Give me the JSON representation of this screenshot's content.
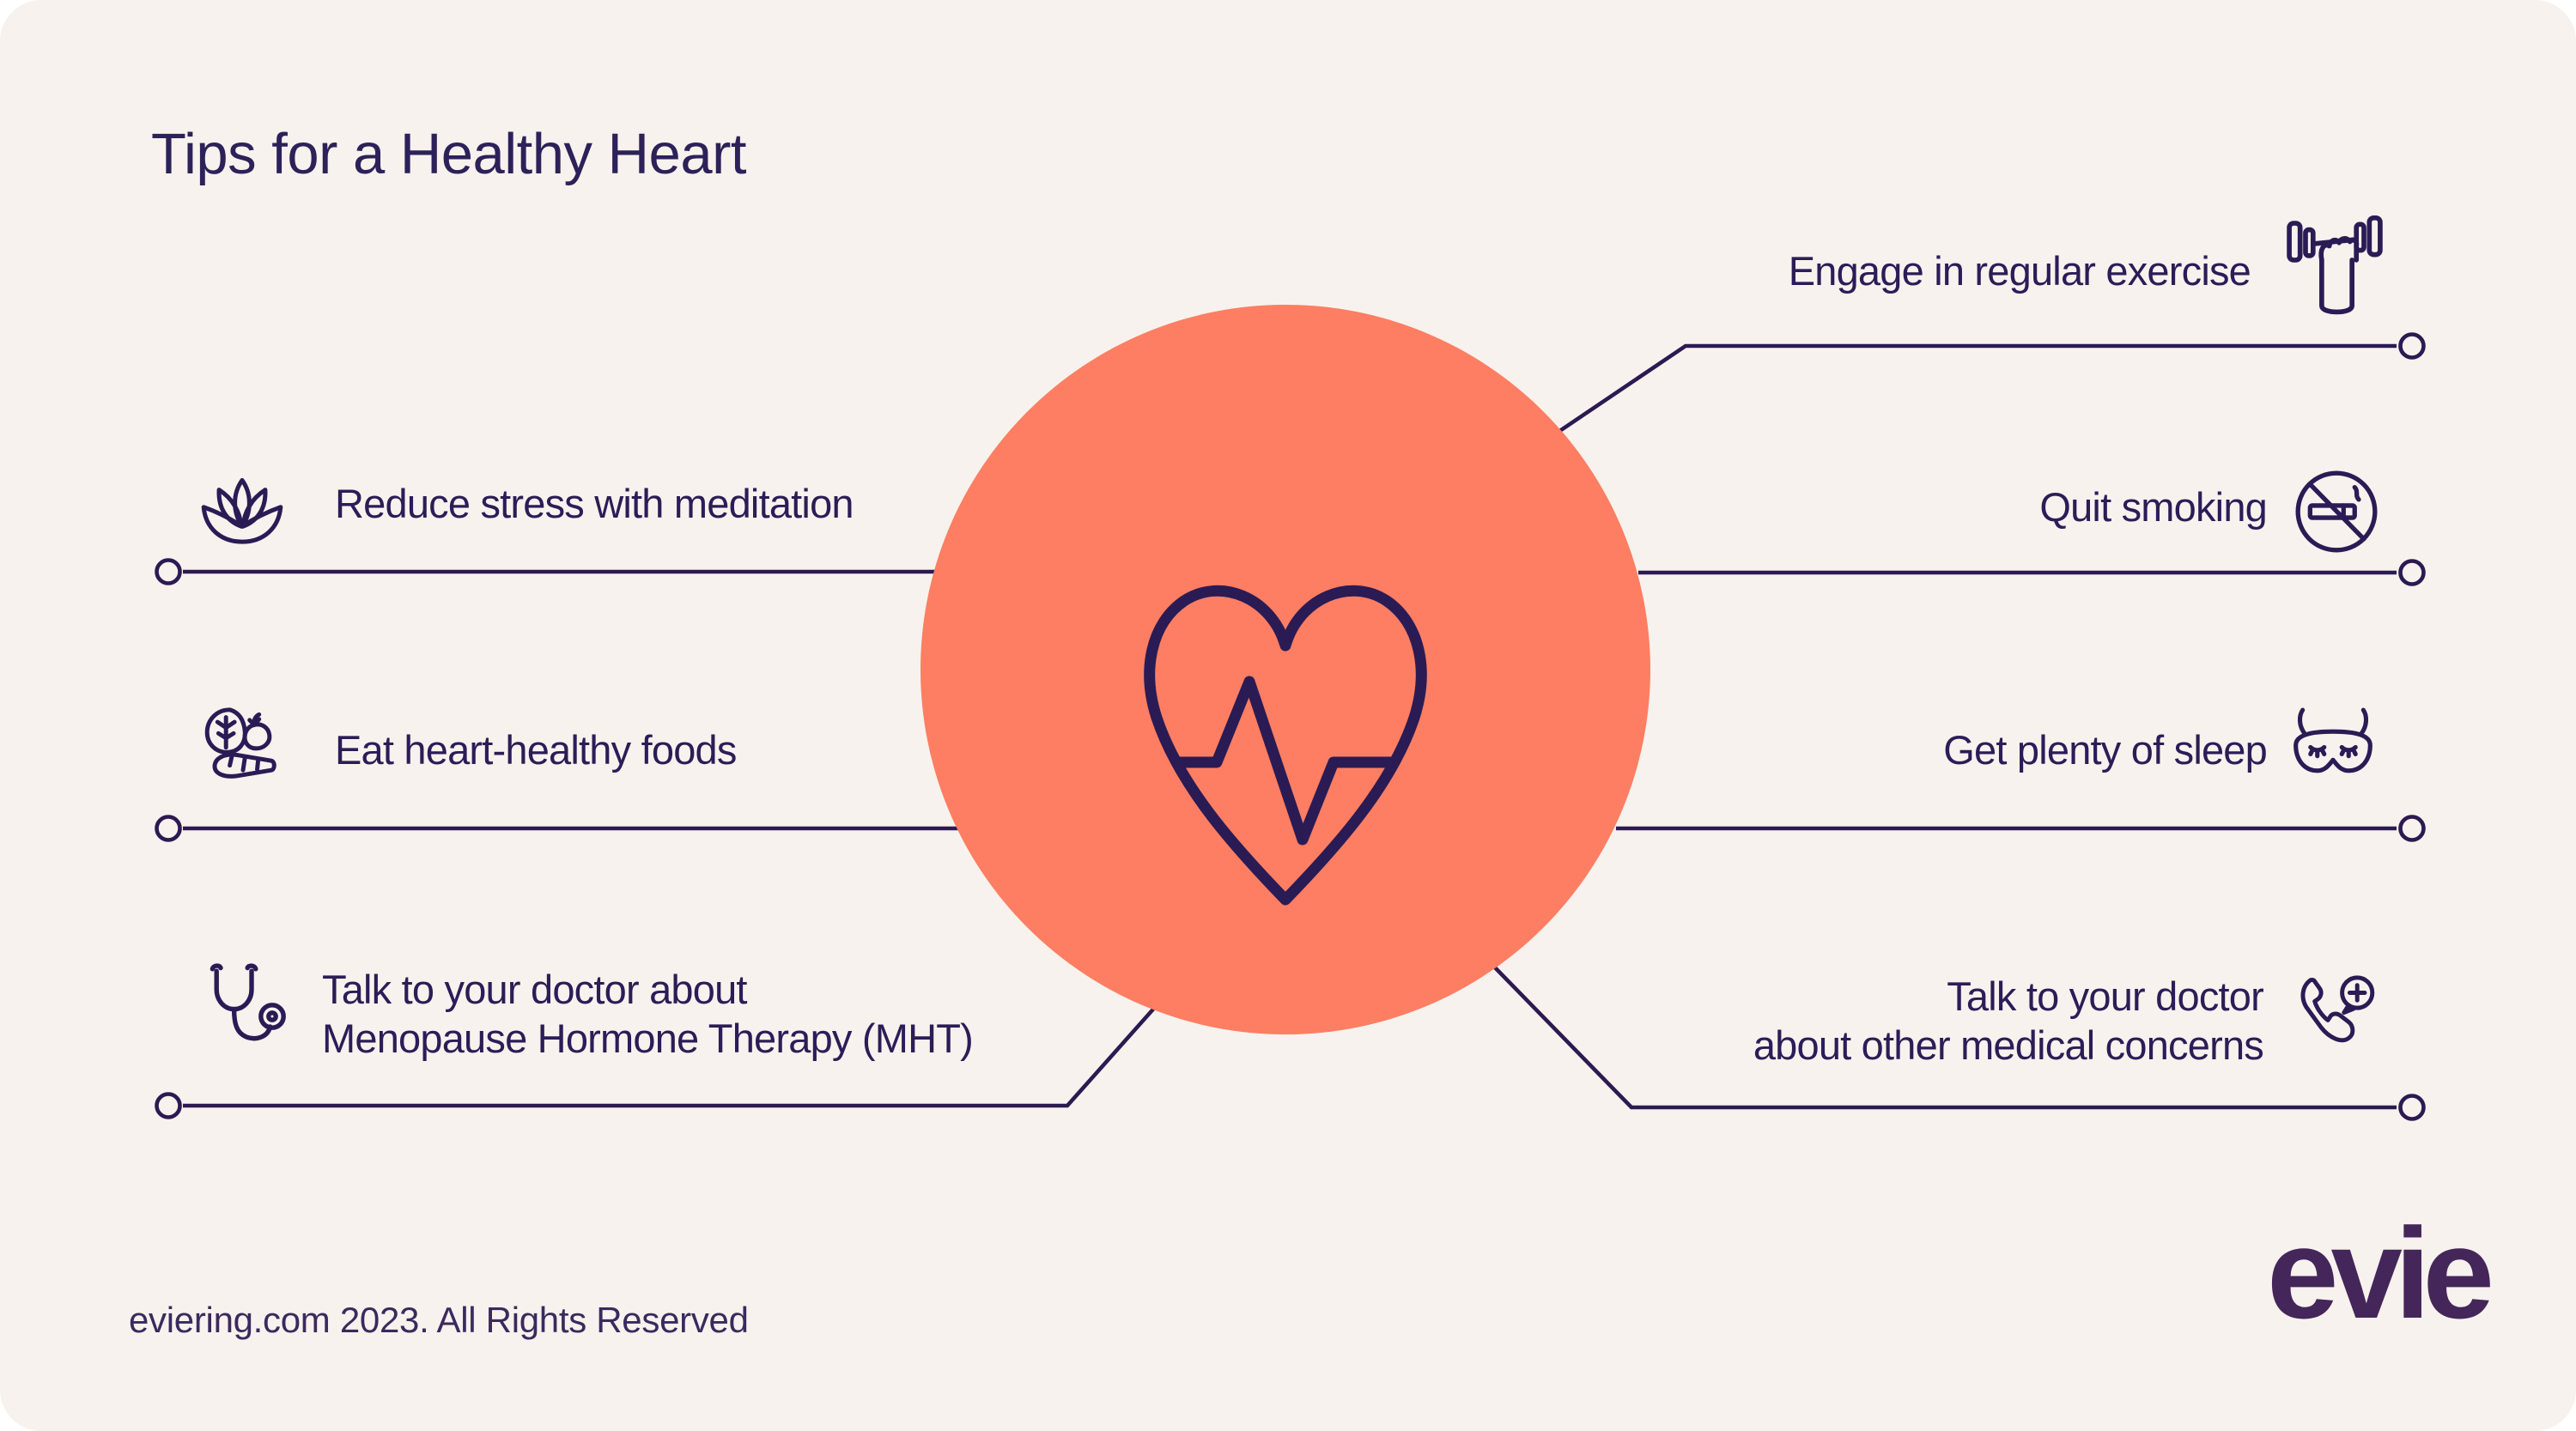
{
  "page": {
    "title": "Tips for a Healthy Heart"
  },
  "center": {
    "icon": "heartbeat-heart-icon",
    "circle_color": "#FD7E62"
  },
  "tips": {
    "left": [
      {
        "icon": "lotus-icon",
        "label": "Reduce stress with meditation"
      },
      {
        "icon": "vegetables-icon",
        "label": "Eat heart-healthy foods"
      },
      {
        "icon": "stethoscope-icon",
        "lines": [
          "Talk to your doctor about",
          "Menopause Hormone Therapy (MHT)"
        ]
      }
    ],
    "right": [
      {
        "icon": "dumbbell-hand-icon",
        "label": "Engage in regular exercise"
      },
      {
        "icon": "no-smoking-icon",
        "label": "Quit smoking"
      },
      {
        "icon": "sleep-mask-icon",
        "label": "Get plenty of sleep"
      },
      {
        "icon": "phone-medical-icon",
        "lines": [
          "Talk to your doctor",
          "about other medical concerns"
        ]
      }
    ]
  },
  "footer": {
    "copyright": "eviering.com 2023. All Rights Reserved",
    "brand": "evie"
  },
  "colors": {
    "background": "#F7F2ED",
    "accent_orange": "#FD7E62",
    "ink": "#2B1B55",
    "logo_purple": "#44265A"
  }
}
